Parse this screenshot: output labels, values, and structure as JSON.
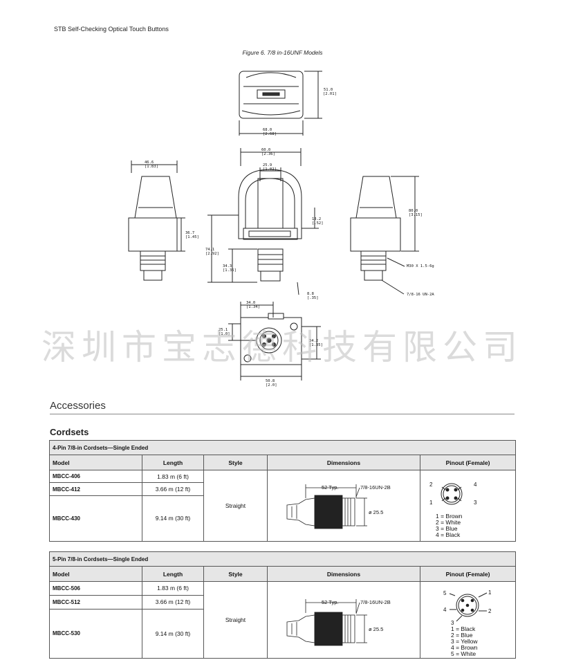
{
  "header": {
    "title": "STB Self-Checking Optical Touch Buttons"
  },
  "figure": {
    "caption": "Figure 6. 7/8 in-16UNF Models",
    "top_view": {
      "height": "51.0\n[2.01]",
      "width": "68.0\n[2.68]"
    },
    "side_left": {
      "width": "46.6\n[1.83]",
      "height": "36.7\n[1.45]"
    },
    "front": {
      "outer_width": "60.0\n[2.36]",
      "inner_width": "25.9\n[1.02]",
      "total_height": "74.1\n[2.92]",
      "lower_height": "34.3\n[1.35]",
      "gap": "13.2\n[.52]",
      "thread_len": "8.8\n[.35]"
    },
    "side_right": {
      "height": "80.0\n[3.15]",
      "thread1": "M30 X 1.5-6g",
      "thread2": "7/8-16 UN-2A"
    },
    "bottom_view": {
      "top_dim": "34.0\n[1.34]",
      "left_dim": "25.1\n[1.0]",
      "right_dim": "34.2\n[1.35]",
      "bottom_dim": "50.8\n[2.0]"
    }
  },
  "watermark": "深圳市宝志德科技有限公司",
  "accessories": {
    "title": "Accessories",
    "cordsets_title": "Cordsets"
  },
  "tables": [
    {
      "caption": "4-Pin 7/8-in Cordsets—Single Ended",
      "columns": [
        "Model",
        "Length",
        "Style",
        "Dimensions",
        "Pinout (Female)"
      ],
      "rows": [
        {
          "model": "MBCC-406",
          "length": "1.83 m (6 ft)"
        },
        {
          "model": "MBCC-412",
          "length": "3.66 m (12 ft)"
        },
        {
          "model": "MBCC-430",
          "length": "9.14 m (30 ft)"
        }
      ],
      "style": "Straight",
      "dimensions": {
        "typ": "52 Typ.",
        "thread": "7/8-16UN-2B",
        "diameter": "ø 25.5"
      },
      "pin_labels": [
        "1",
        "2",
        "3",
        "4"
      ],
      "legend": [
        "1 = Brown",
        "2 = White",
        "3 = Blue",
        "4 = Black"
      ]
    },
    {
      "caption": "5-Pin 7/8-in Cordsets—Single Ended",
      "columns": [
        "Model",
        "Length",
        "Style",
        "Dimensions",
        "Pinout (Female)"
      ],
      "rows": [
        {
          "model": "MBCC-506",
          "length": "1.83 m (6 ft)"
        },
        {
          "model": "MBCC-512",
          "length": "3.66 m (12 ft)"
        },
        {
          "model": "MBCC-530",
          "length": "9.14 m (30 ft)"
        }
      ],
      "style": "Straight",
      "dimensions": {
        "typ": "52 Typ.",
        "thread": "7/8-16UN-2B",
        "diameter": "ø 25.5"
      },
      "pin_labels": [
        "1",
        "2",
        "3",
        "4",
        "5"
      ],
      "legend": [
        "1 = Black",
        "2 = Blue",
        "3 = Yellow",
        "4 = Brown",
        "5 = White"
      ]
    }
  ]
}
